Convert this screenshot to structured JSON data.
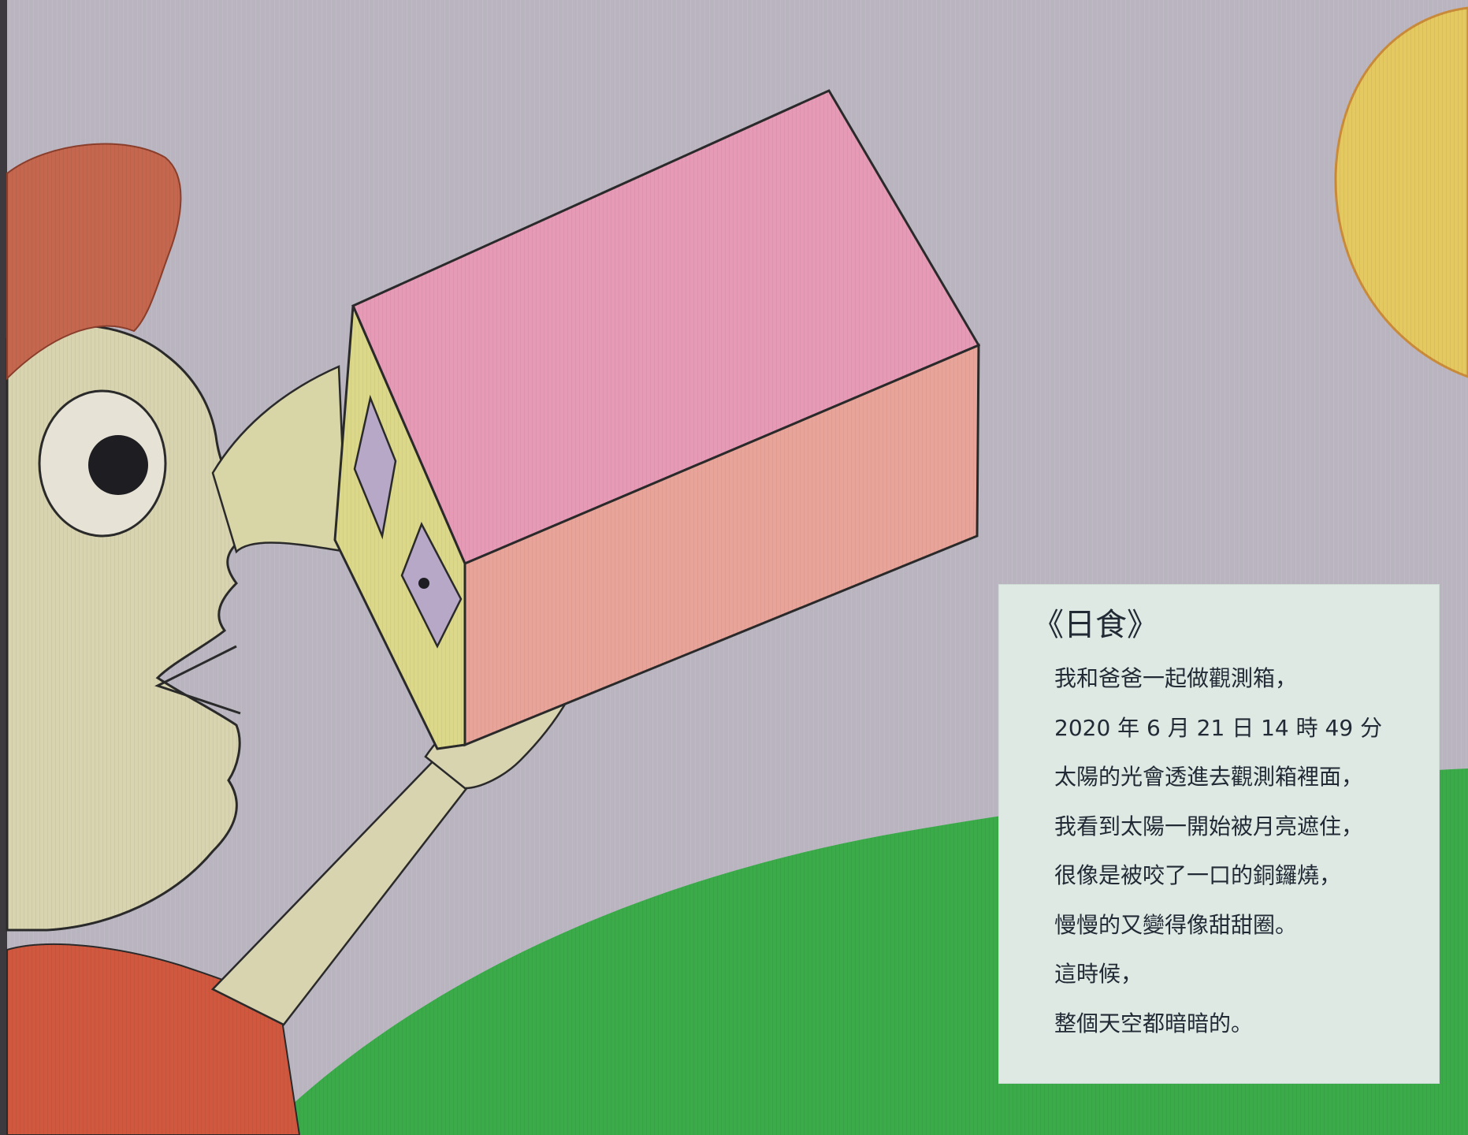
{
  "caption": {
    "title": "《日食》",
    "lines": [
      "我和爸爸一起做觀測箱，",
      "2020 年 6 月 21 日 14 時 49 分",
      "太陽的光會透進去觀測箱裡面，",
      "我看到太陽一開始被月亮遮住，",
      "很像是被咬了一口的銅鑼燒，",
      "慢慢的又變得像甜甜圈。",
      "這時候，",
      "整個天空都暗暗的。"
    ]
  },
  "colors": {
    "sky": "#b9b4c0",
    "grass": "#3bab4a",
    "box_top": "#e69ab6",
    "box_side": "#e9a49a",
    "box_end": "#dcd88a",
    "hair": "#c4674e",
    "skin": "#d9d4b0",
    "shirt": "#d0583f",
    "sun": "#e4c860",
    "card": "#dfe9e4",
    "window": "#b6a8c6"
  }
}
